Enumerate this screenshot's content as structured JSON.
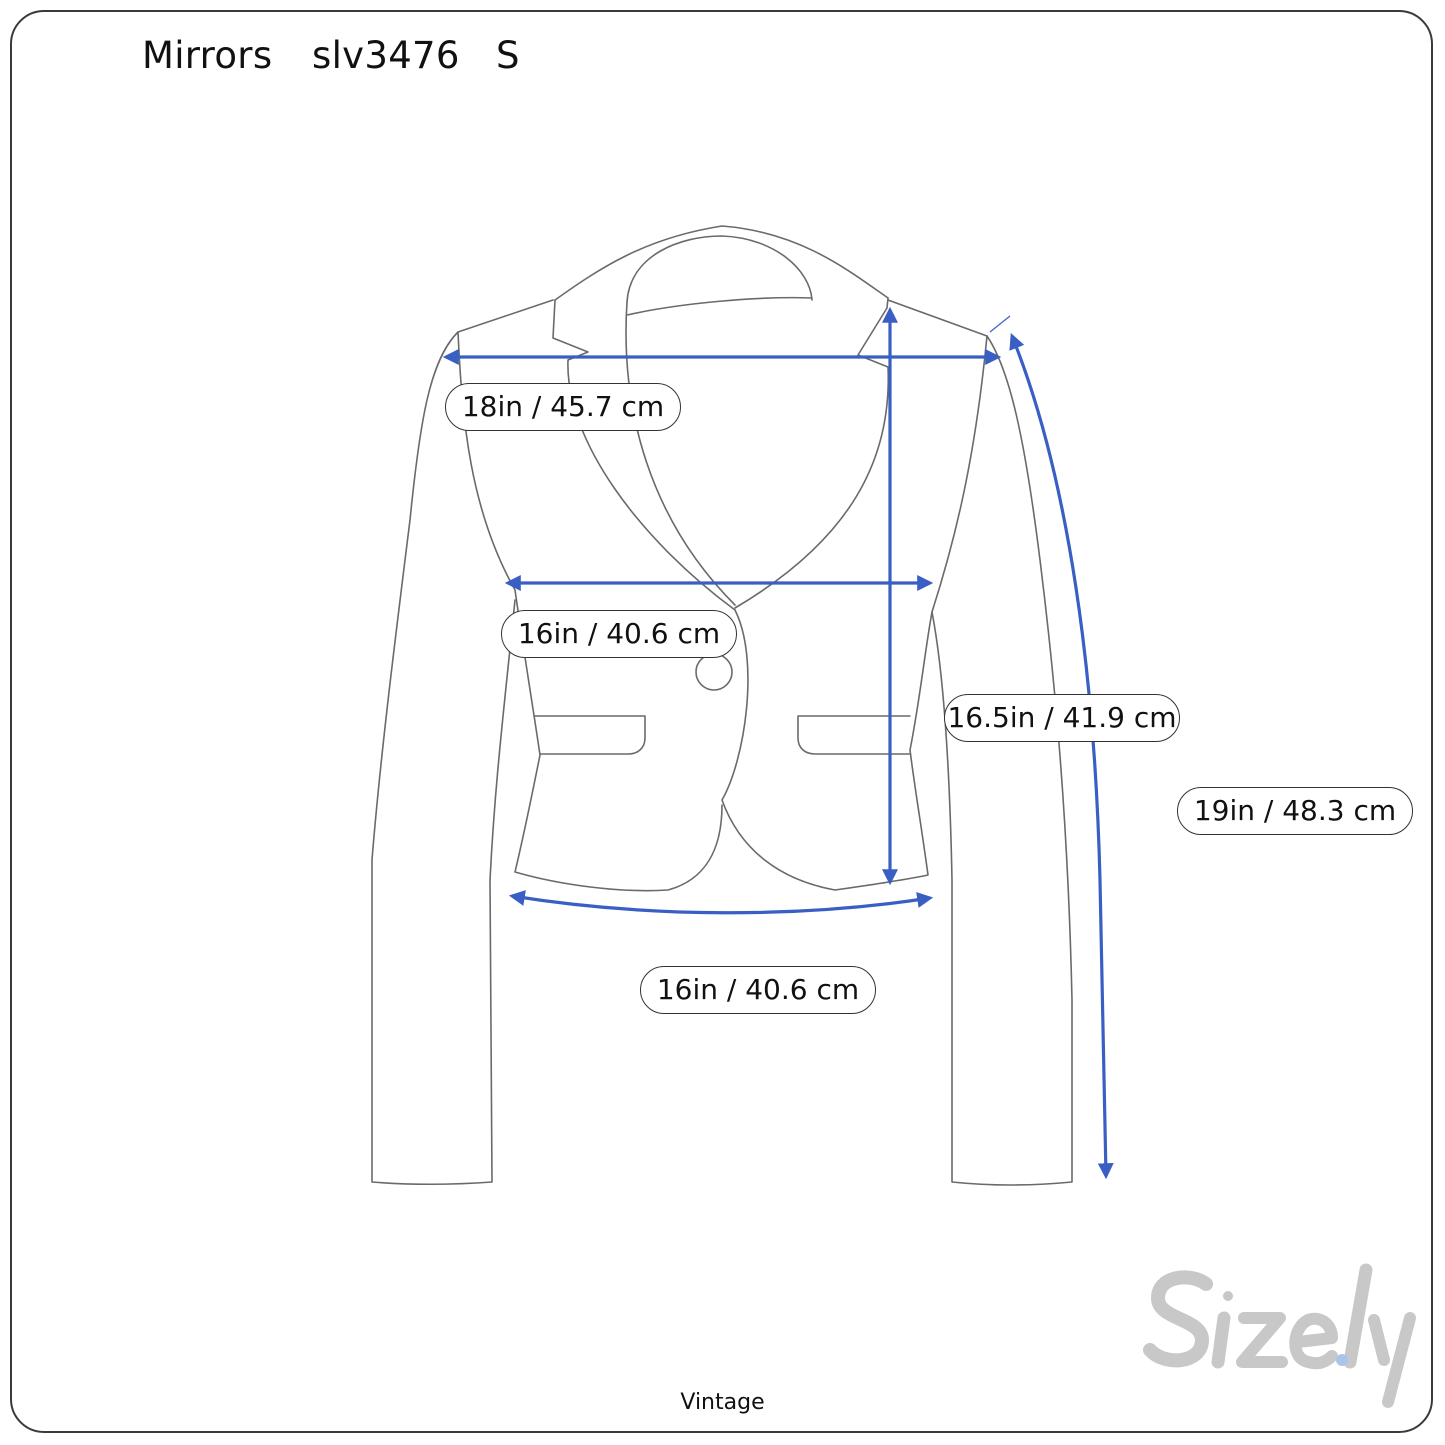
{
  "header": {
    "brand": "Mirrors",
    "sku": "slv3476",
    "size": "S"
  },
  "measurements": [
    {
      "id": "shoulder",
      "label": "18in / 45.7 cm"
    },
    {
      "id": "waist",
      "label": "16in / 40.6 cm"
    },
    {
      "id": "length",
      "label": "16.5in / 41.9 cm"
    },
    {
      "id": "sleeve",
      "label": "19in / 48.3 cm"
    },
    {
      "id": "hem",
      "label": "16in / 40.6 cm"
    }
  ],
  "footer": {
    "label": "Vintage"
  },
  "logo": {
    "text": "Sizely"
  },
  "colors": {
    "arrow": "#3a5fc4",
    "outline": "#6a6a6a",
    "logo": "#c8c8c8",
    "logo_dot": "#a9c4ea"
  }
}
